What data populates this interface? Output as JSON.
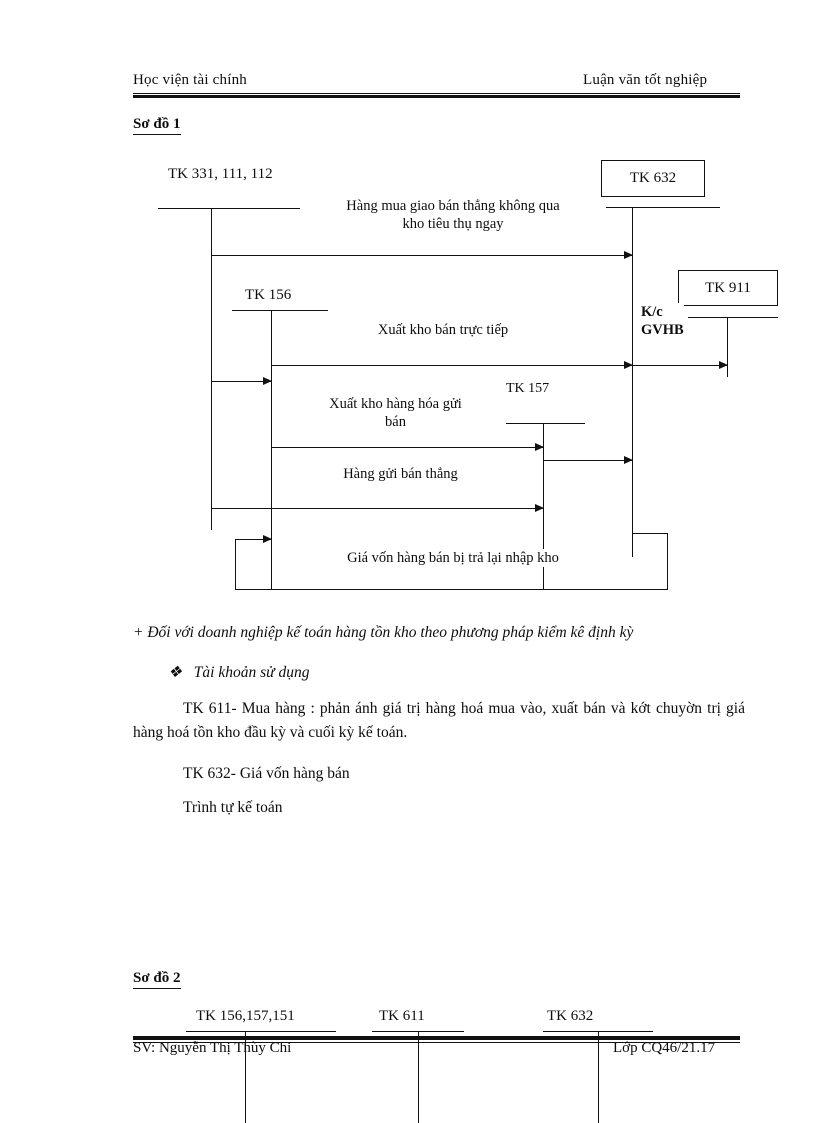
{
  "header": {
    "left": "Học viện tài chính",
    "right": "Luận văn tốt nghiệp"
  },
  "footer": {
    "left": "SV: Nguyễn Thị Thùy Chi",
    "right": "Lớp CQ46/21.17"
  },
  "headings": {
    "diagram1": "Sơ đồ 1",
    "diagram2": "Sơ đồ 2"
  },
  "diagram1": {
    "accounts": {
      "tk331": "TK 331, 111, 112",
      "tk156": "TK 156",
      "tk157": "TK 157",
      "tk632": "TK 632",
      "tk911": "TK 911"
    },
    "flows": {
      "direct_sale": "Hàng mua giao  bán thẳng không qua\nkho tiêu thụ ngay",
      "warehouse_direct": "Xuất kho bán trực tiếp",
      "goods_on_consignment": "Xuất kho hàng hóa gửi\nbán",
      "consignment_direct": "Hàng gửi  bán thẳng",
      "returned_goods": "Giá vốn hàng bán bị trả lại nhập kho",
      "kc_gvhb": "K/c\nGVHB"
    }
  },
  "body": {
    "bullet_plus": "+  Đối với doanh nghiệp kế toán hàng tồn kho theo phương pháp kiểm kê định kỳ",
    "bullet_diamond_marker": "❖",
    "bullet_diamond": "Tài khoản sử dụng",
    "para_tk611": "TK 611- Mua hàng  : phản ánh giá trị hàng hoá mua vào, xuất bán và kớt chuyờn trị giá hàng hoá tồn kho đầu kỳ và cuối kỳ kế toán.",
    "para_tk632": "TK 632- Giá vốn hàng bán",
    "para_trinh_tu": "Trình tự kế toán"
  },
  "diagram2": {
    "accounts": {
      "tk156_157_151": "TK 156,157,151",
      "tk611": "TK  611",
      "tk632": "TK  632"
    }
  }
}
